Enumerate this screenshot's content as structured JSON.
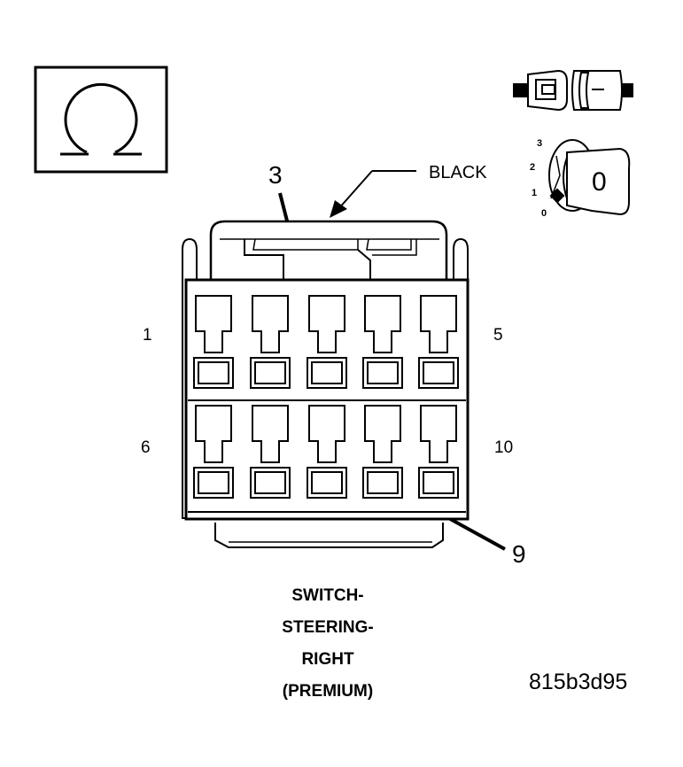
{
  "connector": {
    "color_label": "BLACK",
    "callouts": {
      "top": "3",
      "bottom": "9"
    },
    "pin_labels": {
      "top_left": "1",
      "top_right": "5",
      "bottom_left": "6",
      "bottom_right": "10"
    }
  },
  "title_lines": [
    "SWITCH-",
    "STEERING-",
    "RIGHT",
    "(PREMIUM)"
  ],
  "reference_code": "815b3d95",
  "ignition_key": {
    "positions": [
      "3",
      "2",
      "1",
      "0"
    ],
    "current": "0"
  },
  "icons": [
    "ohm-icon",
    "connector-plug-icon",
    "ignition-key-icon"
  ]
}
